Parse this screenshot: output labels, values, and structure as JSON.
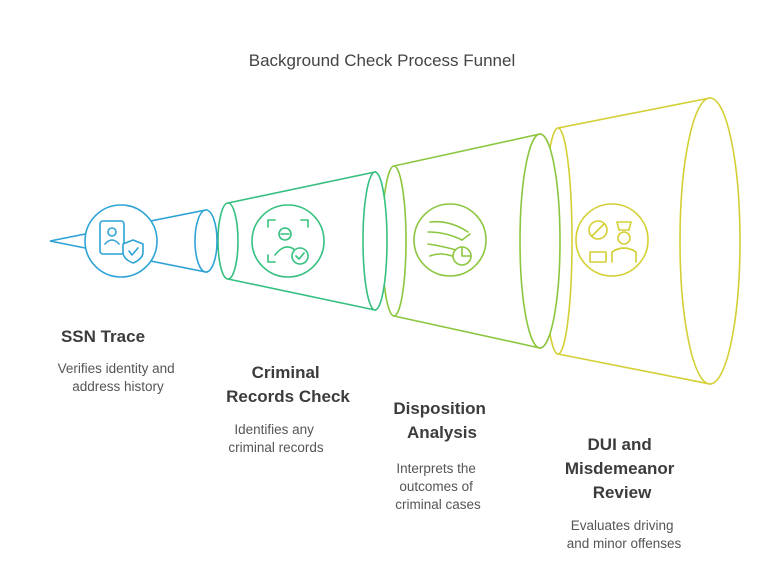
{
  "title": "Background Check Process Funnel",
  "colors": {
    "stage1": "#2ea3d5",
    "stage2": "#35c07f",
    "stage3": "#8cc63f",
    "stage4": "#d4cf35"
  },
  "stages": [
    {
      "title_lines": [
        "SSN Trace"
      ],
      "desc_lines": [
        "Verifies identity and",
        "address history"
      ],
      "icon": "id-card-shield-icon"
    },
    {
      "title_lines": [
        "Criminal",
        "Records Check"
      ],
      "desc_lines": [
        "Identifies any",
        "criminal records"
      ],
      "icon": "face-scan-check-icon"
    },
    {
      "title_lines": [
        "Disposition",
        "Analysis"
      ],
      "desc_lines": [
        "Interprets the",
        "outcomes of",
        "criminal cases"
      ],
      "icon": "flow-pie-chart-icon"
    },
    {
      "title_lines": [
        "DUI and",
        "Misdemeanor",
        "Review"
      ],
      "desc_lines": [
        "Evaluates driving",
        "and minor offenses"
      ],
      "icon": "no-drinking-officer-icon"
    }
  ]
}
